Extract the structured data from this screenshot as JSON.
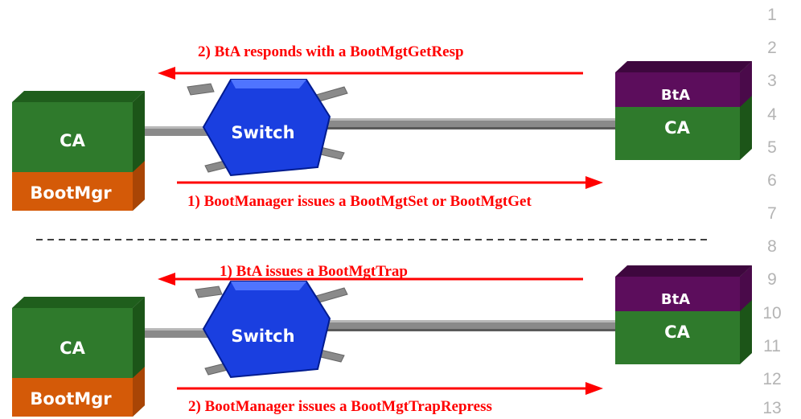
{
  "line_numbers": [
    "1",
    "2",
    "3",
    "4",
    "5",
    "6",
    "7",
    "8",
    "9",
    "10",
    "11",
    "12",
    "13"
  ],
  "colors": {
    "ca_green": "#2f7a2c",
    "bootmgr_orange": "#d45a08",
    "bta_purple": "#5c0d5c",
    "switch_blue": "#1133cc",
    "arrow_red": "#ff0000",
    "cable_gray": "#8a8a8a"
  },
  "panels": [
    {
      "left_node": {
        "top_label": "CA",
        "bottom_label": "BootMgr"
      },
      "switch_label": "Switch",
      "right_node": {
        "top_label": "BtA",
        "bottom_label": "CA"
      },
      "top_arrow": {
        "direction": "left",
        "text": "2) BtA responds with a BootMgtGetResp"
      },
      "bottom_arrow": {
        "direction": "right",
        "text": "1) BootManager issues a BootMgtSet or BootMgtGet"
      }
    },
    {
      "left_node": {
        "top_label": "CA",
        "bottom_label": "BootMgr"
      },
      "switch_label": "Switch",
      "right_node": {
        "top_label": "BtA",
        "bottom_label": "CA"
      },
      "top_arrow": {
        "direction": "left",
        "text": "1) BtA issues a BootMgtTrap"
      },
      "bottom_arrow": {
        "direction": "right",
        "text": "2) BootManager issues a BootMgtTrapRepress"
      }
    }
  ]
}
